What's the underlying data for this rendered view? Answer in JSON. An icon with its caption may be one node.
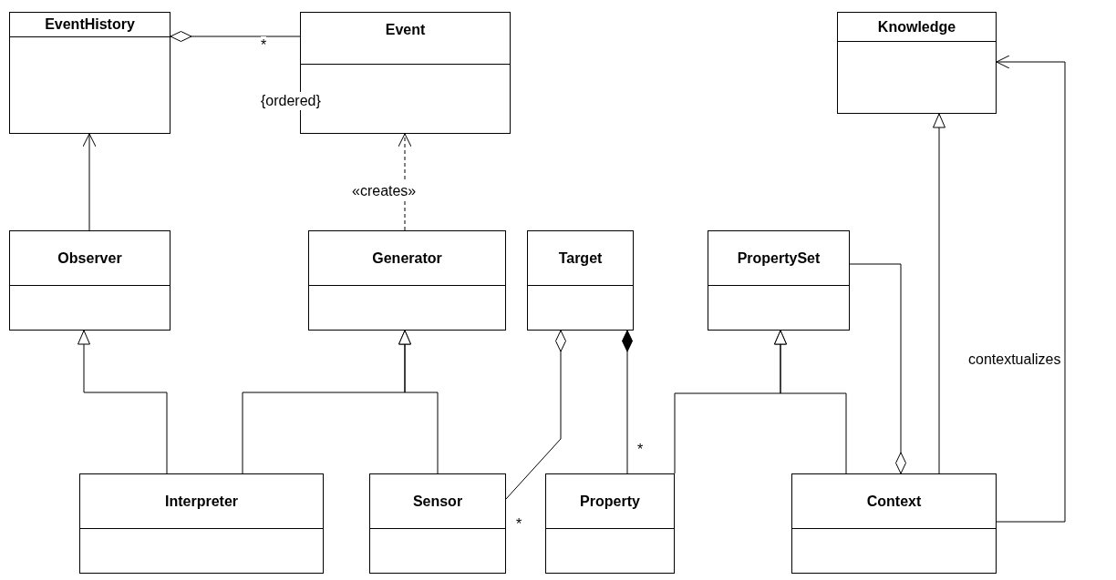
{
  "diagram": {
    "nodes": [
      {
        "text": [
          "EventHistory"
        ]
      },
      {
        "text": [
          "Event"
        ]
      },
      {
        "text": [
          "Knowledge"
        ]
      },
      {
        "text": [
          "Observer"
        ]
      },
      {
        "text": [
          "Generator"
        ]
      },
      {
        "text": [
          "Target"
        ]
      },
      {
        "text": [
          "PropertySet"
        ]
      },
      {
        "text": [
          "Interpreter"
        ]
      },
      {
        "text": [
          "Sensor"
        ]
      },
      {
        "text": [
          "Property"
        ]
      },
      {
        "text": [
          "Context"
        ]
      }
    ],
    "edges": [
      {
        "from": 0,
        "to": 1,
        "arrow": "other"
      },
      {
        "from": 3,
        "to": 0,
        "arrow": "to"
      },
      {
        "from": 4,
        "to": 1,
        "arrow": "to",
        "style": "dashed",
        "label": "«creates»"
      },
      {
        "from": 7,
        "to": 3,
        "arrow": "to"
      },
      {
        "from": 7,
        "to": 4,
        "arrow": "to"
      },
      {
        "from": 8,
        "to": 4,
        "arrow": "to"
      },
      {
        "from": 5,
        "to": 8,
        "arrow": "other"
      },
      {
        "from": 5,
        "to": 9,
        "arrow": "other"
      },
      {
        "from": 9,
        "to": 6,
        "arrow": "to"
      },
      {
        "from": 10,
        "to": 6,
        "arrow": "to"
      },
      {
        "from": 10,
        "to": 6,
        "arrow": "other"
      },
      {
        "from": 10,
        "to": 2,
        "arrow": "to"
      },
      {
        "from": 10,
        "to": 2,
        "arrow": "to",
        "label": "contextualizes"
      }
    ],
    "labels": [
      "*",
      "{ordered}",
      "*",
      "*"
    ]
  }
}
